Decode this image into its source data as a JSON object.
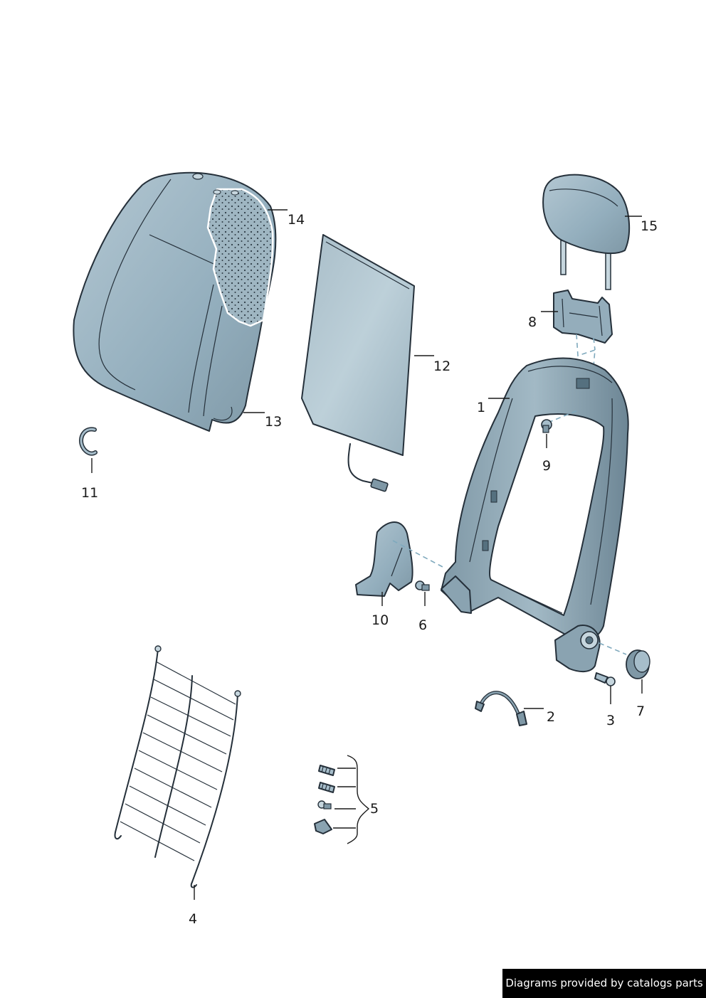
{
  "callouts": {
    "c1": "1",
    "c2": "2",
    "c3": "3",
    "c4": "4",
    "c5": "5",
    "c6": "6",
    "c7": "7",
    "c8": "8",
    "c9": "9",
    "c10": "10",
    "c11": "11",
    "c12": "12",
    "c13": "13",
    "c14": "14",
    "c15": "15"
  },
  "credit": "Diagrams provided by catalogs parts",
  "colors": {
    "part_fill": "#a6bdca",
    "part_fill_dark": "#7f98a6",
    "part_fill_light": "#c6d6de",
    "outline": "#25303a",
    "dash": "#7fa9bd"
  }
}
